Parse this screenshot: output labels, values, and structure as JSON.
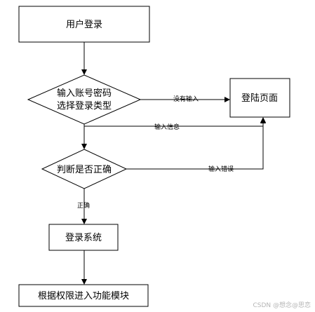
{
  "nodes": {
    "user_login": "用户登录",
    "input_credentials_line1": "输入账号密码",
    "input_credentials_line2": "选择登录类型",
    "login_page": "登陆页面",
    "check_correct": "判断是否正确",
    "login_system": "登录系统",
    "enter_modules": "根据权限进入功能模块"
  },
  "edges": {
    "no_input": "没有输入",
    "input_info": "输入信息",
    "input_error": "输入错误",
    "correct": "正确"
  },
  "watermark": "CSDN @想念@思恋",
  "colors": {
    "stroke": "#000000",
    "background": "#ffffff",
    "watermark": "#b5b5b5"
  }
}
